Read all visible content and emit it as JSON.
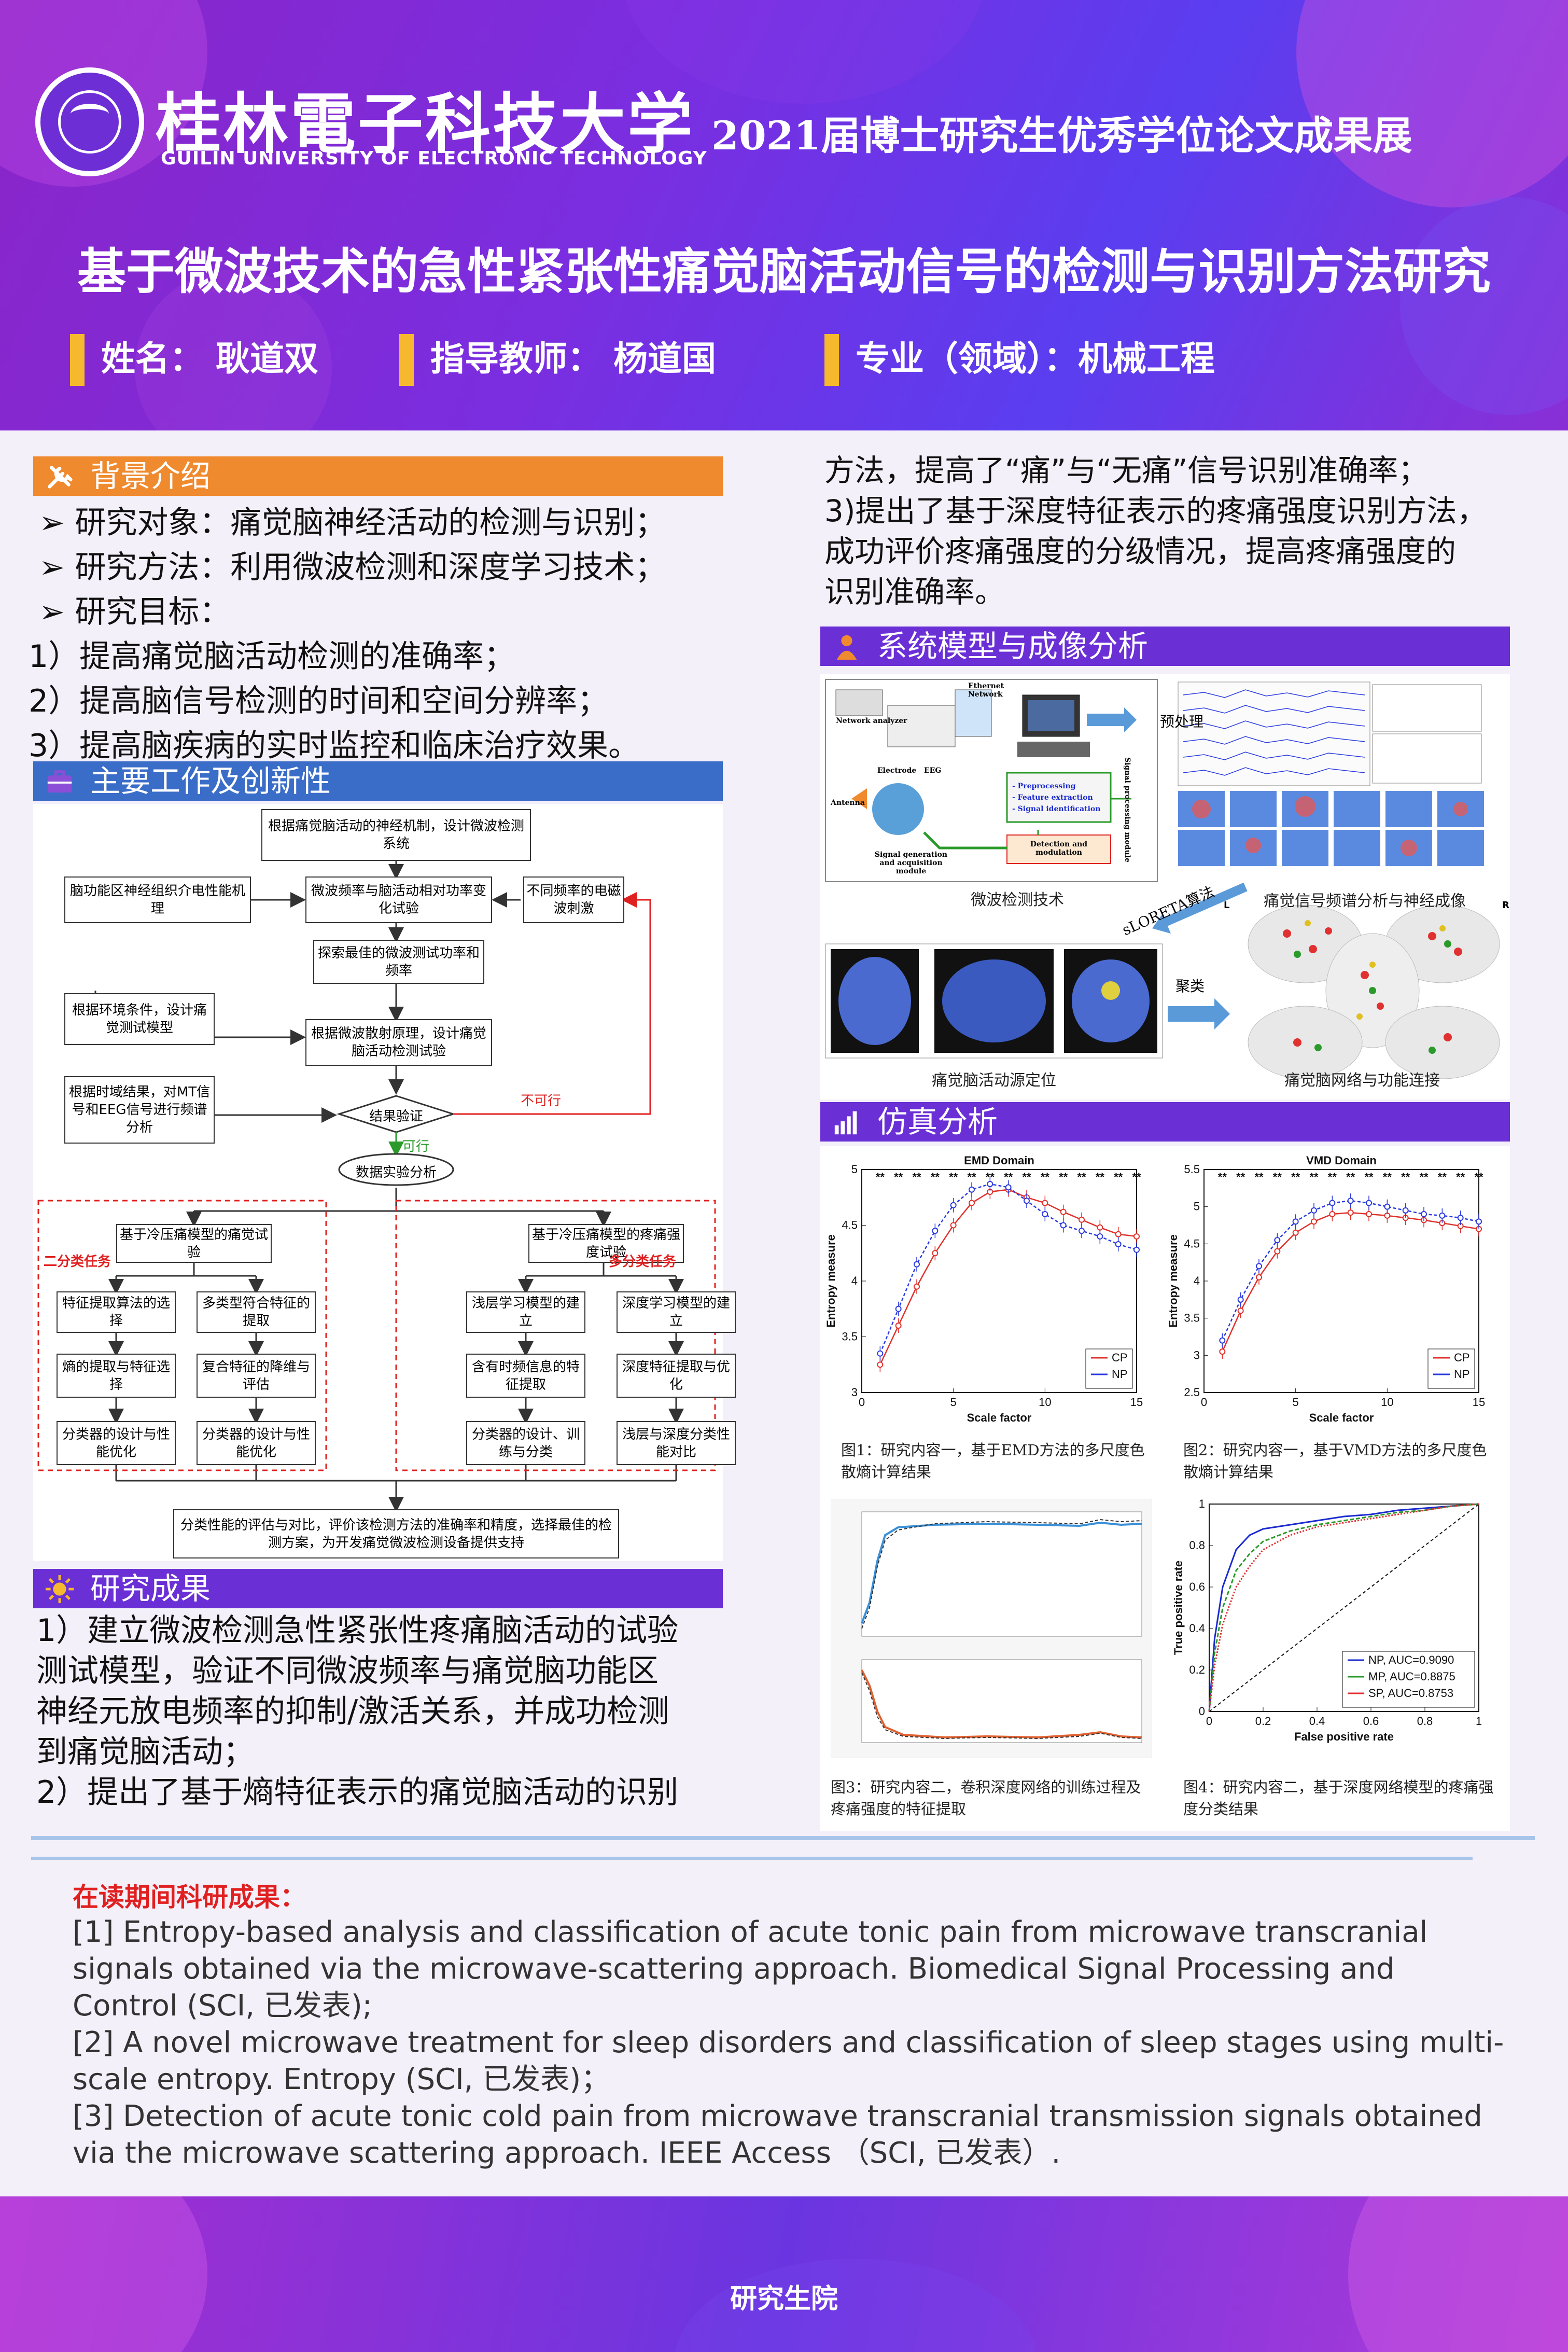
{
  "header": {
    "university_cn": "桂林電子科技大学",
    "university_en": "GUILIN UNIVERSITY OF ELECTRONIC TECHNOLOGY",
    "exhibition": "2021届博士研究生优秀学位论文成果展",
    "title": "基于微波技术的急性紧张性痛觉脑活动信号的检测与识别方法研究",
    "name": "姓名：  耿道双",
    "advisor": "指导教师：  杨道国",
    "major": "专业（领域）：机械工程"
  },
  "background": {
    "heading": "背景介绍",
    "lines": [
      "➢  研究对象：痛觉脑神经活动的检测与识别；",
      "➢  研究方法：利用微波检测和深度学习技术；",
      "➢  研究目标：",
      "1）提高痛觉脑活动检测的准确率；",
      "2）提高脑信号检测的时间和空间分辨率；",
      "3）提高脑疾病的实时监控和临床治疗效果。"
    ]
  },
  "main_work": {
    "heading": "主要工作及创新性",
    "flow": {
      "top": "根据痛觉脑活动的神经机制，设计微波检测系统",
      "left1": "脑功能区神经组织介电性能机理",
      "center1": "微波频率与脑活动相对功率变化试验",
      "right1": "不同频率的电磁波刺激",
      "center2": "探索最佳的微波测试功率和频率",
      "left2": "根据环境条件，设计痛觉测试模型",
      "center3": "根据微波散射原理，设计痛觉脑活动检测试验",
      "left3": "根据时域结果，对MT信号和EEG信号进行频谱分析",
      "verify": "结果验证",
      "no": "不可行",
      "yes": "可行",
      "analysis": "数据实验分析",
      "lp_head": "基于冷压痛模型的痛觉试验",
      "lp_tag": "二分类任务",
      "lp_a1": "特征提取算法的选择",
      "lp_a2": "熵的提取与特征选择",
      "lp_a3": "分类器的设计与性能优化",
      "lp_b1": "多类型符合特征的提取",
      "lp_b2": "复合特征的降维与评估",
      "lp_b3": "分类器的设计与性能优化",
      "rp_head": "基于冷压痛模型的疼痛强度试验",
      "rp_tag": "多分类任务",
      "rp_a1": "浅层学习模型的建立",
      "rp_a2": "含有时频信息的特征提取",
      "rp_a3": "分类器的设计、训练与分类",
      "rp_b1": "深度学习模型的建立",
      "rp_b2": "深度特征提取与优化",
      "rp_b3": "浅层与深度分类性能对比",
      "bottom": "分类性能的评估与对比，评价该检测方法的准确率和精度，选择最佳的检测方案，为开发痛觉微波检测设备提供支持"
    }
  },
  "results": {
    "heading": "研究成果",
    "lines_left": [
      "1）建立微波检测急性紧张性疼痛脑活动的试验",
      "测试模型，验证不同微波频率与痛觉脑功能区",
      "神经元放电频率的抑制/激活关系，并成功检测",
      "到痛觉脑活动；",
      "2）提出了基于熵特征表示的痛觉脑活动的识别"
    ],
    "lines_right": [
      "方法，提高了“痛”与“无痛”信号识别准确率；",
      "3)提出了基于深度特征表示的疼痛强度识别方法，",
      "成功评价疼痛强度的分级情况，提高疼痛强度的",
      "识别准确率。"
    ]
  },
  "system": {
    "heading": "系统模型与成像分析",
    "labels": {
      "network_analyzer": "Network analyzer",
      "ethernet": "Ethernet Network",
      "electrode": "Electrode",
      "eeg": "EEG",
      "antenna": "Antenna",
      "sig_gen": "Signal generation and acquisition module",
      "pre": "- Preprocessing",
      "fe": "- Feature extraction",
      "si": "- Signal identification",
      "spm": "Signal processing module",
      "det": "Detection and modulation",
      "preprocess": "预处理",
      "sloreta": "sLORETA算法",
      "cluster": "聚类",
      "l": "L",
      "r": "R"
    },
    "caption_a": "微波检测技术",
    "caption_b": "痛觉信号频谱分析与神经成像",
    "caption_c": "痛觉脑活动源定位",
    "caption_d": "痛觉脑网络与功能连接"
  },
  "simulation": {
    "heading": "仿真分析",
    "fig1": "图1：研究内容一，基于EMD方法的多尺度色散熵计算结果",
    "fig2": "图2：研究内容一，基于VMD方法的多尺度色散熵计算结果",
    "fig3": "图3：研究内容二，卷积深度网络的训练过程及疼痛强度的特征提取",
    "fig4": "图4：研究内容二，基于深度网络模型的疼痛强度分类结果"
  },
  "chart_data": [
    {
      "type": "line",
      "title": "EMD Domain",
      "xlabel": "Scale factor",
      "ylabel": "Entropy measure",
      "xlim": [
        0,
        15
      ],
      "ylim": [
        3,
        5
      ],
      "xticks": [
        0,
        5,
        10,
        15
      ],
      "yticks": [
        3,
        3.5,
        4,
        4.5,
        5
      ],
      "x": [
        1,
        2,
        3,
        4,
        5,
        6,
        7,
        8,
        9,
        10,
        11,
        12,
        13,
        14,
        15
      ],
      "series": [
        {
          "name": "CP",
          "color": "#e0302a",
          "values": [
            3.25,
            3.6,
            3.95,
            4.25,
            4.5,
            4.7,
            4.8,
            4.82,
            4.75,
            4.7,
            4.62,
            4.55,
            4.48,
            4.42,
            4.4
          ]
        },
        {
          "name": "NP",
          "color": "#2a3ae0",
          "values": [
            3.35,
            3.75,
            4.15,
            4.45,
            4.68,
            4.82,
            4.87,
            4.84,
            4.72,
            4.6,
            4.5,
            4.45,
            4.4,
            4.33,
            4.28
          ]
        }
      ],
      "annotations": "**",
      "legend": "bottom-right",
      "grid": false
    },
    {
      "type": "line",
      "title": "VMD Domain",
      "xlabel": "Scale factor",
      "ylabel": "Entropy measure",
      "xlim": [
        0,
        15
      ],
      "ylim": [
        2.5,
        5.5
      ],
      "xticks": [
        0,
        5,
        10,
        15
      ],
      "yticks": [
        2.5,
        3,
        3.5,
        4,
        4.5,
        5,
        5.5
      ],
      "x": [
        1,
        2,
        3,
        4,
        5,
        6,
        7,
        8,
        9,
        10,
        11,
        12,
        13,
        14,
        15
      ],
      "series": [
        {
          "name": "CP",
          "color": "#e0302a",
          "values": [
            3.05,
            3.6,
            4.05,
            4.4,
            4.65,
            4.8,
            4.9,
            4.92,
            4.9,
            4.88,
            4.85,
            4.82,
            4.78,
            4.74,
            4.7
          ]
        },
        {
          "name": "NP",
          "color": "#2a3ae0",
          "values": [
            3.2,
            3.75,
            4.2,
            4.55,
            4.8,
            4.95,
            5.05,
            5.08,
            5.05,
            5.0,
            4.95,
            4.9,
            4.88,
            4.85,
            4.8
          ]
        }
      ],
      "annotations": "**",
      "legend": "bottom-right",
      "grid": false
    },
    {
      "type": "line",
      "title": "",
      "xlabel": "False positive rate",
      "ylabel": "True positive rate",
      "xlim": [
        0,
        1
      ],
      "ylim": [
        0,
        1
      ],
      "xticks": [
        0,
        0.2,
        0.4,
        0.6,
        0.8,
        1
      ],
      "yticks": [
        0,
        0.2,
        0.4,
        0.6,
        0.8,
        1
      ],
      "x": [
        0,
        0.02,
        0.05,
        0.1,
        0.15,
        0.2,
        0.3,
        0.4,
        0.5,
        0.6,
        0.7,
        0.8,
        0.9,
        1
      ],
      "series": [
        {
          "name": "NP, AUC=0.9090",
          "color": "#1a2ad0",
          "values": [
            0,
            0.35,
            0.6,
            0.78,
            0.85,
            0.88,
            0.9,
            0.92,
            0.94,
            0.95,
            0.97,
            0.98,
            0.99,
            1
          ]
        },
        {
          "name": "MP, AUC=0.8875",
          "color": "#2a9a2a",
          "values": [
            0,
            0.28,
            0.5,
            0.68,
            0.76,
            0.82,
            0.87,
            0.9,
            0.92,
            0.94,
            0.96,
            0.97,
            0.99,
            1
          ]
        },
        {
          "name": "SP, AUC=0.8753",
          "color": "#e03030",
          "values": [
            0,
            0.22,
            0.42,
            0.6,
            0.7,
            0.78,
            0.85,
            0.89,
            0.91,
            0.93,
            0.95,
            0.97,
            0.99,
            1
          ]
        }
      ],
      "legend": "bottom-right",
      "grid": false
    }
  ],
  "publications": {
    "heading": "在读期间科研成果：",
    "items": [
      "[1] Entropy-based analysis and classification of acute tonic pain from microwave transcranial",
      "signals obtained via the microwave-scattering approach. Biomedical Signal Processing and",
      "Control (SCI, 已发表);",
      "[2] A novel microwave treatment for sleep disorders and classification of sleep stages using multi-",
      "scale entropy. Entropy (SCI, 已发表)；",
      "[3] Detection of acute tonic cold pain from microwave transcranial transmission signals obtained",
      "via the microwave scattering approach. IEEE Access （SCI, 已发表）."
    ]
  },
  "footer": "研究生院",
  "colors": {
    "purple": "#6b2fd6",
    "orange": "#f08a2e",
    "blue": "#3a6dc8",
    "red": "#e02020",
    "gold": "#f5b82e"
  }
}
